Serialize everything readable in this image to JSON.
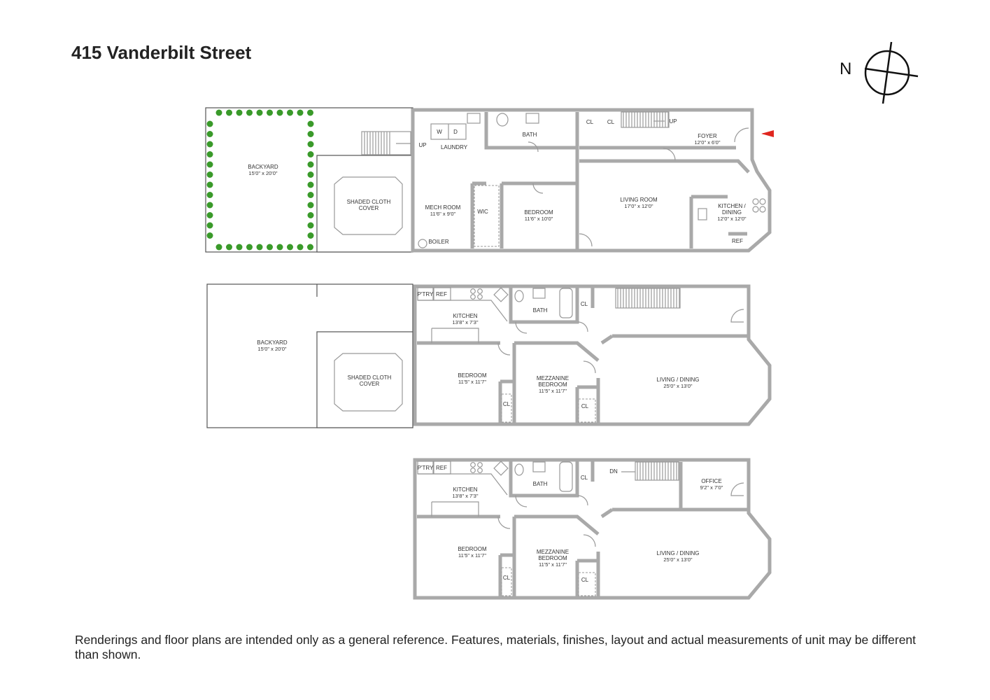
{
  "title": "415 Vanderbilt Street",
  "disclaimer": "Renderings and floor plans are intended only as a general reference. Features, materials, finishes, layout and actual measurements of unit may be different than shown.",
  "compass": {
    "label": "N"
  },
  "colors": {
    "entry_arrow": "#e0261f",
    "plants": "#3a9a2a",
    "walls": "#a9a9a9"
  },
  "floors": [
    {
      "rooms": {
        "backyard": {
          "name": "BACKYARD",
          "dim": "15'0\" x 20'0\""
        },
        "cloth": {
          "name1": "SHADED CLOTH",
          "name2": "COVER"
        },
        "up_outside": "UP",
        "laundry": "LAUNDRY",
        "washer": "W",
        "dryer": "D",
        "bath": "BATH",
        "mech": {
          "name": "MECH ROOM",
          "dim": "11'6\" x 9'0\""
        },
        "wic": "WIC",
        "boiler": "BOILER",
        "bedroom": {
          "name": "BEDROOM",
          "dim": "11'6\" x 10'0\""
        },
        "cl1": "CL",
        "cl2": "CL",
        "up_stairs": "UP",
        "foyer": {
          "name": "FOYER",
          "dim": "12'0\" x 6'0\""
        },
        "living": {
          "name": "LIVING ROOM",
          "dim": "17'0\" x 12'0\""
        },
        "kitchen": {
          "name1": "KITCHEN /",
          "name2": "DINING",
          "dim": "12'0\" x 12'0\""
        },
        "ref": "REF"
      }
    },
    {
      "rooms": {
        "backyard": {
          "name": "BACKYARD",
          "dim": "15'0\" x 20'0\""
        },
        "cloth": {
          "name1": "SHADED CLOTH",
          "name2": "COVER"
        },
        "pantry": "P'TRY",
        "ref": "REF",
        "kitchen": {
          "name": "KITCHEN",
          "dim": "13'8\" x 7'3\""
        },
        "bath": "BATH",
        "cl_hall": "CL",
        "bedroom": {
          "name": "BEDROOM",
          "dim": "11'5\" x 11'7\"",
          "cl": "CL"
        },
        "mezz": {
          "name1": "MEZZANINE",
          "name2": "BEDROOM",
          "dim": "11'5\" x 11'7\"",
          "cl": "CL"
        },
        "living": {
          "name": "LIVING / DINING",
          "dim": "25'0\" x 13'0\""
        }
      }
    },
    {
      "rooms": {
        "pantry": "P'TRY",
        "ref": "REF",
        "kitchen": {
          "name": "KITCHEN",
          "dim": "13'8\" x 7'3\""
        },
        "bath": "BATH",
        "cl_hall": "CL",
        "dn": "DN",
        "office": {
          "name": "OFFICE",
          "dim": "9'2\" x 7'0\""
        },
        "bedroom": {
          "name": "BEDROOM",
          "dim": "11'5\" x 11'7\"",
          "cl": "CL"
        },
        "mezz": {
          "name1": "MEZZANINE",
          "name2": "BEDROOM",
          "dim": "11'5\" x 11'7\"",
          "cl": "CL"
        },
        "living": {
          "name": "LIVING / DINING",
          "dim": "25'0\" x 13'0\""
        }
      }
    }
  ]
}
